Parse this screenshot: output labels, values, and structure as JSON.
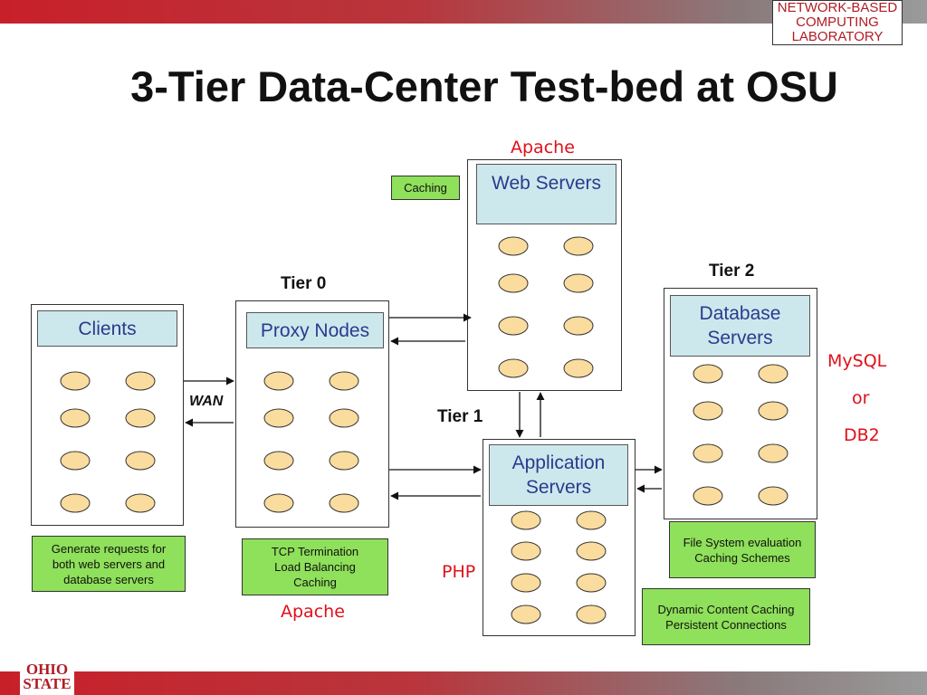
{
  "slide": {
    "title": "3-Tier Data-Center Test-bed at OSU",
    "lab_logo": [
      "NETWORK-BASED",
      "COMPUTING",
      "LABORATORY"
    ],
    "osu_logo": [
      "OHIO",
      "STATE"
    ]
  },
  "diagram": {
    "clients": {
      "label": "Clients",
      "note": "Generate requests for both web servers and database servers"
    },
    "proxy": {
      "label": "Proxy Nodes",
      "note": "TCP Termination Load Balancing Caching",
      "software": "Apache"
    },
    "web": {
      "label": "Web Servers",
      "software": "Apache",
      "caching_tag": "Caching"
    },
    "app": {
      "label": "Application Servers",
      "software": "PHP",
      "note": "Dynamic Content Caching Persistent Connections"
    },
    "db": {
      "label": "Database Servers",
      "software": [
        "MySQL",
        "or",
        "DB2"
      ],
      "note": "File System evaluation Caching Schemes"
    },
    "tiers": {
      "tier0": "Tier 0",
      "tier1": "Tier 1",
      "tier2": "Tier 2"
    },
    "link_label": "WAN",
    "colors": {
      "node_fill": "#f9dc9e",
      "header_fill": "#cde8ec",
      "note_fill": "#8fe05a",
      "accent_red": "#e0101a",
      "header_text": "#2b3a8f"
    }
  }
}
